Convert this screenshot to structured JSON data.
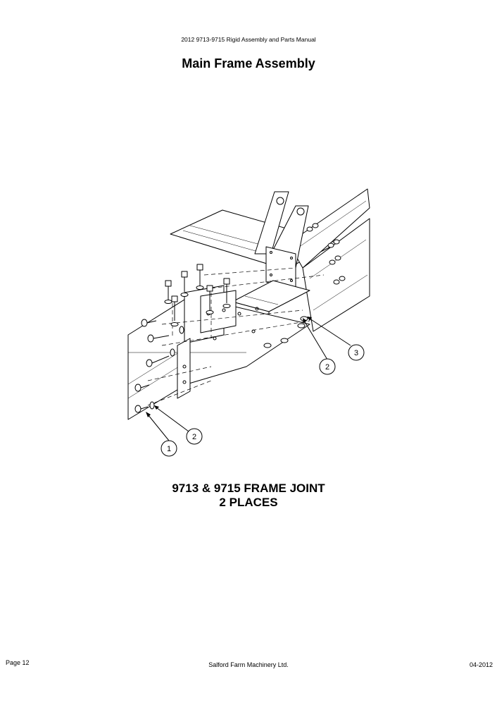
{
  "header": {
    "manual_title": "2012 9713-9715 Rigid Assembly and Parts Manual"
  },
  "page_title": "Main Frame Assembly",
  "figure": {
    "caption_line1": "9713 & 9715 FRAME JOINT",
    "caption_line2": "2 PLACES",
    "callouts": [
      "1",
      "2",
      "2",
      "3"
    ]
  },
  "footer": {
    "page": "Page 12",
    "company": "Salford Farm Machinery Ltd.",
    "date": "04-2012"
  }
}
